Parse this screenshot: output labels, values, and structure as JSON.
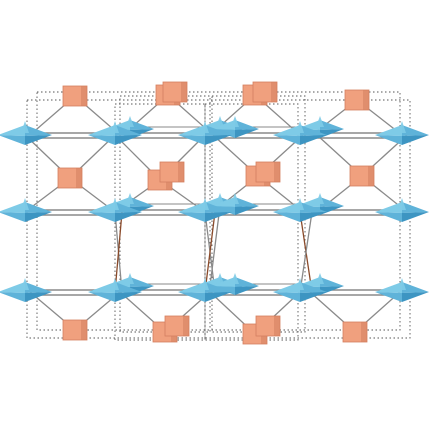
{
  "figure": {
    "kind": "crystal-structure",
    "colors": {
      "background": "#ffffff",
      "octahedron_light": "#7ecbe7",
      "octahedron_mid": "#5fb3d9",
      "octahedron_dark": "#3d95c2",
      "square_unit": "#f0a07e",
      "square_unit_dark": "#d47f5f",
      "bond_gray": "#8a8a8a",
      "bond_brown": "#8a4a2a",
      "cell_edge": "#555555"
    },
    "unit_cells_shown": 3,
    "octahedron_layers": 3
  }
}
